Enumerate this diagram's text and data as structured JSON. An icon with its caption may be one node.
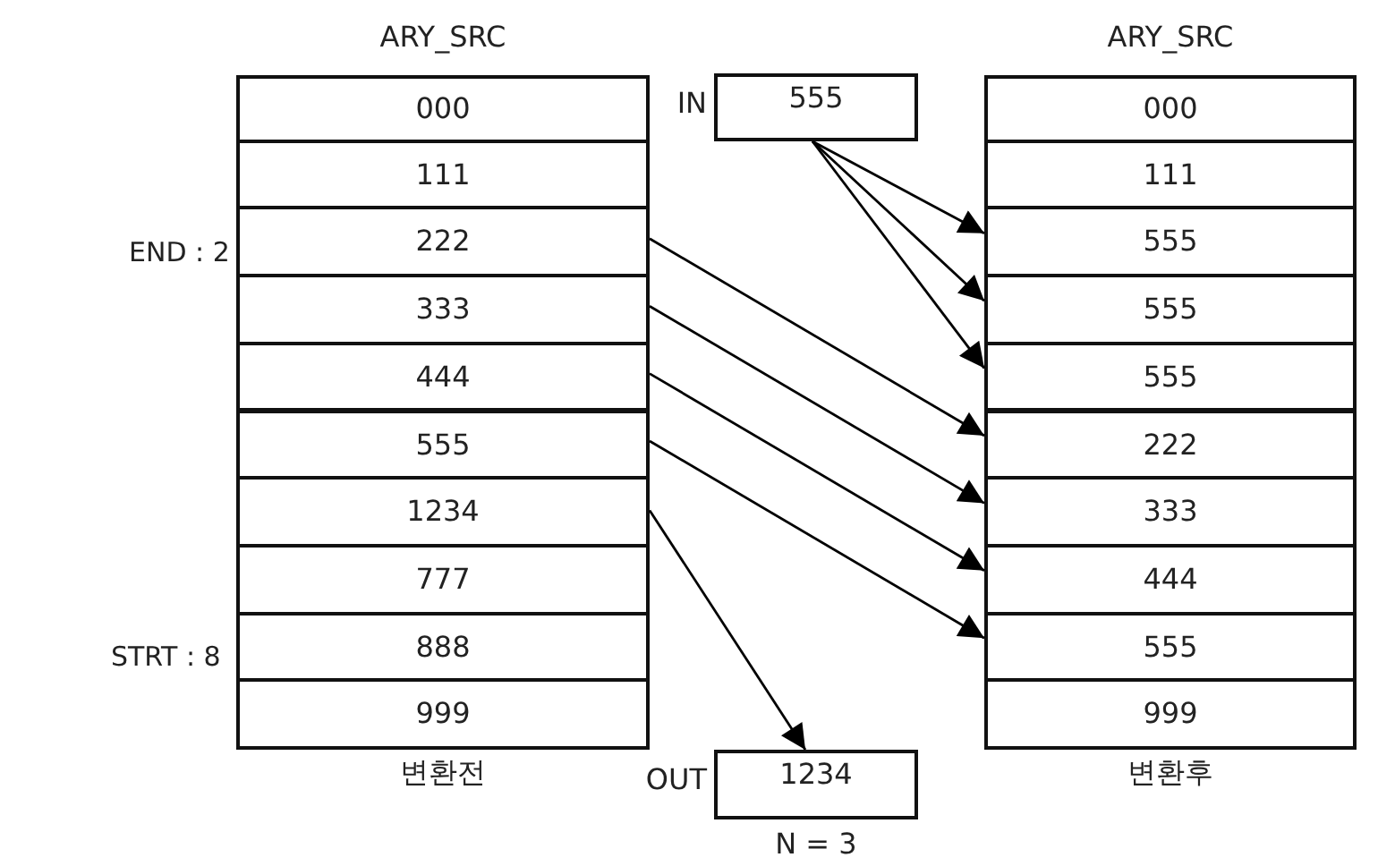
{
  "diagram": {
    "nodes": [
      {
        "text": [
          "ARY_SRC",
          "변환전"
        ]
      },
      {
        "text": [
          "000"
        ],
        "in": 0
      },
      {
        "text": [
          "111"
        ],
        "in": 0
      },
      {
        "text": [
          "222"
        ],
        "in": 0
      },
      {
        "text": [
          "333"
        ],
        "in": 0
      },
      {
        "text": [
          "444"
        ],
        "in": 0
      },
      {
        "text": [
          "555"
        ],
        "in": 0
      },
      {
        "text": [
          "1234"
        ],
        "in": 0
      },
      {
        "text": [
          "777"
        ],
        "in": 0
      },
      {
        "text": [
          "888"
        ],
        "in": 0
      },
      {
        "text": [
          "999"
        ],
        "in": 0
      },
      {
        "text": [
          "555"
        ],
        "beside": [
          "IN"
        ]
      },
      {
        "text": [
          "1234"
        ],
        "beside": [
          "OUT",
          "N = 3"
        ]
      },
      {
        "text": [
          "ARY_SRC",
          "변환후"
        ]
      },
      {
        "text": [
          "000"
        ],
        "in": 13
      },
      {
        "text": [
          "111"
        ],
        "in": 13
      },
      {
        "text": [
          "555"
        ],
        "in": 13
      },
      {
        "text": [
          "555"
        ],
        "in": 13
      },
      {
        "text": [
          "555"
        ],
        "in": 13
      },
      {
        "text": [
          "222"
        ],
        "in": 13
      },
      {
        "text": [
          "333"
        ],
        "in": 13
      },
      {
        "text": [
          "444"
        ],
        "in": 13
      },
      {
        "text": [
          "555"
        ],
        "in": 13
      },
      {
        "text": [
          "999"
        ],
        "in": 13
      }
    ],
    "edges": [
      {
        "from": 11,
        "to": 16,
        "arrow": "to"
      },
      {
        "from": 11,
        "to": 17,
        "arrow": "to"
      },
      {
        "from": 11,
        "to": 18,
        "arrow": "to"
      },
      {
        "from": 3,
        "to": 19,
        "arrow": "to"
      },
      {
        "from": 4,
        "to": 20,
        "arrow": "to"
      },
      {
        "from": 5,
        "to": 21,
        "arrow": "to"
      },
      {
        "from": 6,
        "to": 22,
        "arrow": "to"
      },
      {
        "from": 7,
        "to": 12,
        "arrow": "to"
      }
    ],
    "labels": [
      "END : 2",
      "STRT : 8"
    ]
  }
}
